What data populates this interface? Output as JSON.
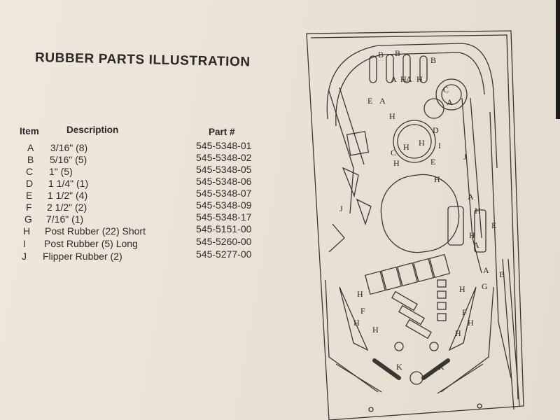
{
  "title": "RUBBER PARTS ILLUSTRATION",
  "columns": {
    "item": "Item",
    "description": "Description",
    "part": "Part #"
  },
  "rows": [
    {
      "item": "A",
      "description": "3/16\" (8)",
      "part": "545-5348-01"
    },
    {
      "item": "B",
      "description": "5/16\" (5)",
      "part": "545-5348-02"
    },
    {
      "item": "C",
      "description": "1\" (5)",
      "part": "545-5348-05"
    },
    {
      "item": "D",
      "description": "1 1/4\" (1)",
      "part": "545-5348-06"
    },
    {
      "item": "E",
      "description": "1 1/2\" (4)",
      "part": "545-5348-07"
    },
    {
      "item": "F",
      "description": "2 1/2\" (2)",
      "part": "545-5348-09"
    },
    {
      "item": "G",
      "description": "7/16\" (1)",
      "part": "545-5348-17"
    },
    {
      "item": "H",
      "description": "Post Rubber (22) Short",
      "part": "545-5151-00"
    },
    {
      "item": "I",
      "description": "Post Rubber (5) Long",
      "part": "545-5260-00"
    },
    {
      "item": "J",
      "description": "Flipper Rubber (2)",
      "part": "545-5277-00"
    }
  ],
  "diagram_labels": [
    "A",
    "B",
    "C",
    "D",
    "E",
    "F",
    "G",
    "H",
    "I",
    "J",
    "K"
  ],
  "colors": {
    "paper": "#ebe4d8",
    "ink": "#2a2724"
  }
}
